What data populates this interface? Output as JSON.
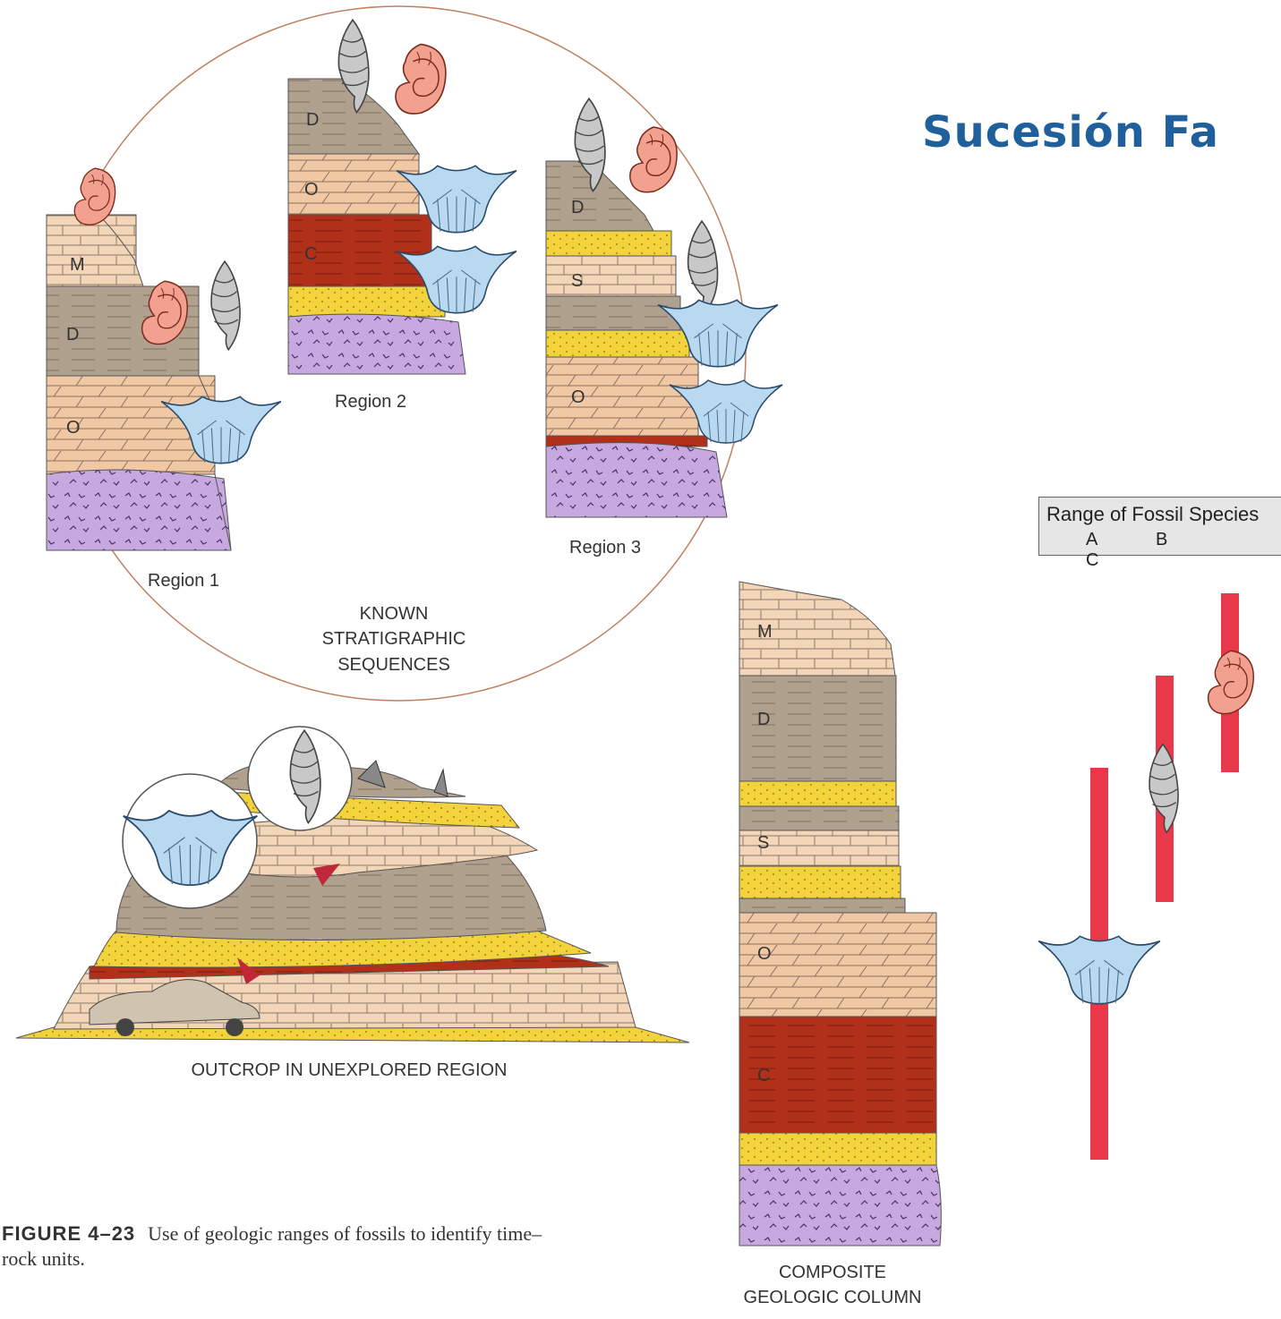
{
  "slide_title": "Sucesión Fa",
  "regions": {
    "region1": {
      "label": "Region 1",
      "units": [
        "M",
        "D",
        "O"
      ]
    },
    "region2": {
      "label": "Region 2",
      "units": [
        "D",
        "O",
        "C"
      ]
    },
    "region3": {
      "label": "Region 3",
      "units": [
        "D",
        "S",
        "O"
      ]
    }
  },
  "known_sequences_label": [
    "KNOWN",
    "STRATIGRAPHIC",
    "SEQUENCES"
  ],
  "outcrop_label": "OUTCROP IN UNEXPLORED REGION",
  "composite": {
    "label_line1": "COMPOSITE",
    "label_line2": "GEOLOGIC COLUMN",
    "units": [
      "M",
      "D",
      "S",
      "O",
      "C"
    ]
  },
  "range_legend": {
    "title": "Range of Fossil Species",
    "species": [
      "A",
      "B",
      "C"
    ]
  },
  "caption": {
    "figure_number": "FIGURE 4–23",
    "text": "Use of geologic ranges of fossils to identify time–rock units."
  },
  "colors": {
    "title": "#1f5f9c",
    "limestone": "#f3d6b8",
    "shale": "#b0a08e",
    "sandstone": "#f2d33c",
    "red_bed": "#b0301a",
    "igneous": "#c7a9e0",
    "range_bar": "#e8384a",
    "shell_blue": "#b9d9f0",
    "shell_pink": "#f2a090",
    "snail_gray": "#c8c8c8"
  }
}
